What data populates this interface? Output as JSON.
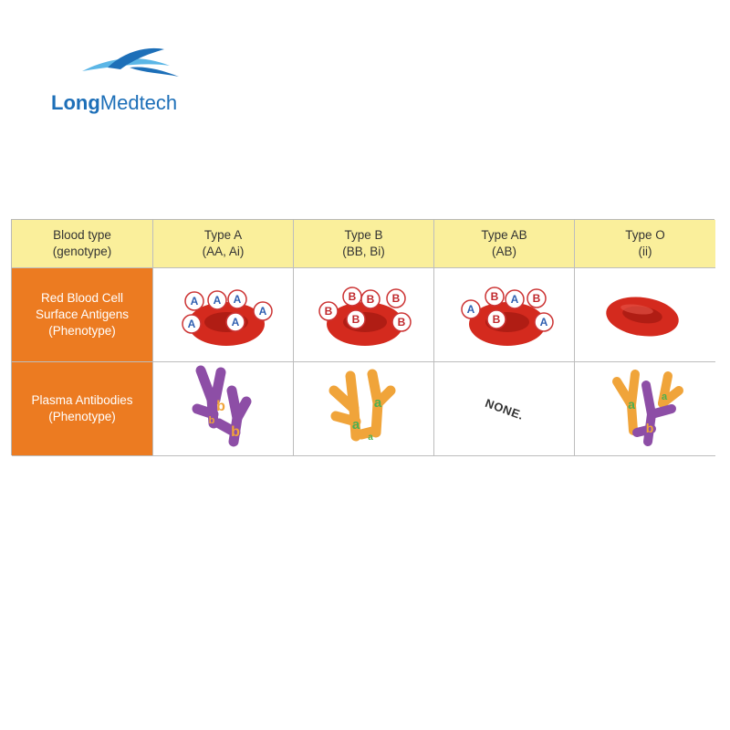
{
  "logo": {
    "part1": "Long",
    "part2": "Medtech",
    "colors": {
      "blue": "#1d6fb8",
      "light": "#5bb6e6"
    }
  },
  "table": {
    "headers": [
      {
        "line1": "Blood type",
        "line2": "(genotype)"
      },
      {
        "line1": "Type A",
        "line2": "(AA, Ai)"
      },
      {
        "line1": "Type B",
        "line2": "(BB, Bi)"
      },
      {
        "line1": "Type AB",
        "line2": "(AB)"
      },
      {
        "line1": "Type O",
        "line2": "(ii)"
      }
    ],
    "rows": [
      {
        "line1": "Red Blood Cell",
        "line2": "Surface Antigens",
        "line3": "(Phenotype)"
      },
      {
        "line1": "Plasma Antibodies",
        "line2": "(Phenotype)"
      }
    ],
    "antigen_labels": {
      "a": "A",
      "b": "B"
    },
    "antibody_labels": {
      "a": "a",
      "b": "b"
    },
    "none_label": "NONE.",
    "colors": {
      "header": "#faef9b",
      "row_header": "#ec7b21",
      "cell": "#d42a1e",
      "antibody_b": "#8d4ea6",
      "antibody_a": "#f0a43a"
    }
  }
}
